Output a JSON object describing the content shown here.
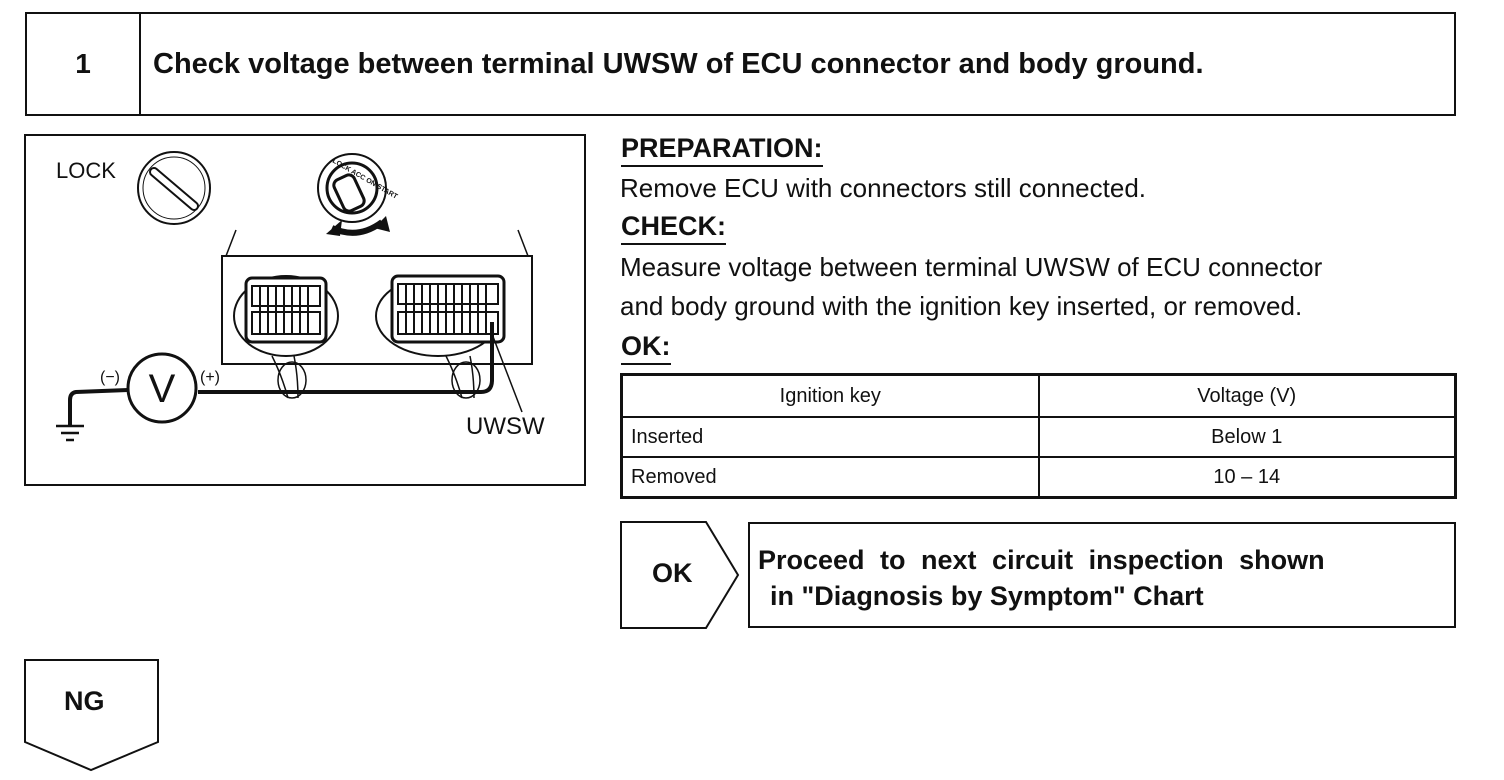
{
  "step": {
    "number": "1",
    "title": "Check voltage between terminal UWSW of ECU connector and body ground."
  },
  "figure": {
    "lock_label": "LOCK",
    "switch_text": "LOCK ACC ON START",
    "meter_symbol": "V",
    "negative_label": "(−)",
    "positive_label": "(+)",
    "terminal_label": "UWSW"
  },
  "preparation": {
    "heading": "PREPARATION:",
    "text": "Remove ECU with connectors still connected."
  },
  "check": {
    "heading": "CHECK:",
    "lines": [
      "Measure voltage between terminal UWSW of ECU connector",
      "and body ground with the ignition key inserted, or removed."
    ]
  },
  "ok_spec": {
    "heading": "OK:",
    "columns": [
      "Ignition key",
      "Voltage (V)"
    ],
    "rows": [
      [
        "Inserted",
        "Below 1"
      ],
      [
        "Removed",
        "10 – 14"
      ]
    ]
  },
  "ok_result": {
    "label": "OK",
    "lines": [
      "Proceed to next circuit inspection shown",
      "in \"Diagnosis by Symptom\" Chart"
    ]
  },
  "ng_result": {
    "label": "NG"
  }
}
